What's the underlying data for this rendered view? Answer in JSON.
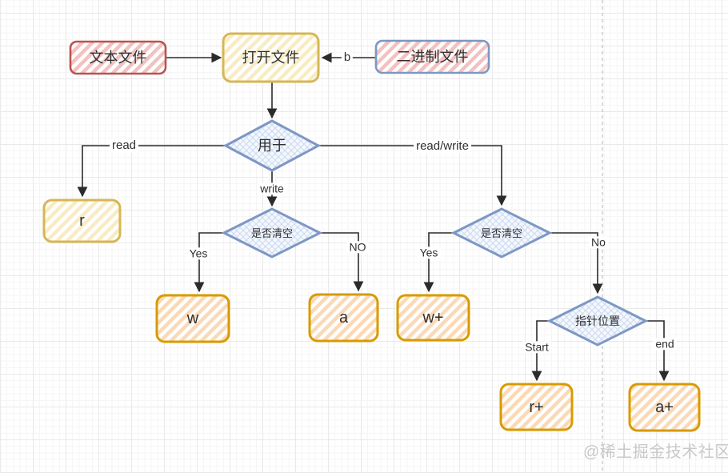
{
  "diagram": {
    "title_hint": "file open mode flowchart",
    "nodes": {
      "text_file": {
        "label": "文本文件"
      },
      "open_file": {
        "label": "打开文件"
      },
      "binary_file": {
        "label": "二进制文件"
      },
      "purpose": {
        "label": "用于"
      },
      "r": {
        "label": "r"
      },
      "clear1": {
        "label": "是否清空"
      },
      "w": {
        "label": "w"
      },
      "a": {
        "label": "a"
      },
      "clear2": {
        "label": "是否清空"
      },
      "w_plus": {
        "label": "w+"
      },
      "pointer": {
        "label": "指针位置"
      },
      "r_plus": {
        "label": "r+"
      },
      "a_plus": {
        "label": "a+"
      }
    },
    "edge_labels": {
      "b": "b",
      "read": "read",
      "write": "write",
      "yes1": "Yes",
      "no1": "NO",
      "read_write": "read/write",
      "yes2": "Yes",
      "no2": "No",
      "start": "Start",
      "end": "end"
    },
    "watermark": "@稀土掘金技术社区",
    "colors": {
      "red_stroke": "#b85450",
      "red_hatch": "#f3c2c0",
      "yellow_stroke": "#d6b656",
      "yellow_hatch": "#f9ecc2",
      "orange_stroke": "#d79b00",
      "orange_hatch": "#fcd9b5",
      "blue_stroke": "#7d97c5",
      "blue_hatch": "#ccd9ee",
      "edge_color": "#2b2b2b",
      "watermark_color": "#c9c9c9",
      "grid_major": "#e9e9e9",
      "grid_minor": "#f6f6f6"
    }
  }
}
